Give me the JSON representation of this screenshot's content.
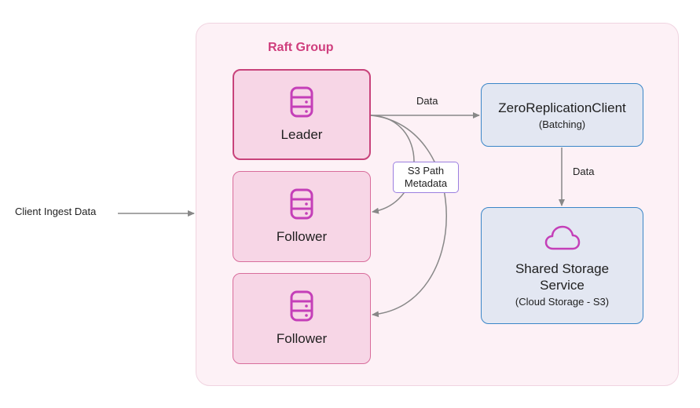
{
  "group": {
    "title": "Raft Group"
  },
  "client": {
    "label": "Client Ingest Data"
  },
  "nodes": {
    "leader": {
      "label": "Leader",
      "icon": "database-icon"
    },
    "follower1": {
      "label": "Follower",
      "icon": "database-icon"
    },
    "follower2": {
      "label": "Follower",
      "icon": "database-icon"
    },
    "zrc": {
      "label": "ZeroReplicationClient",
      "sub": "(Batching)"
    },
    "storage": {
      "label_line1": "Shared Storage",
      "label_line2": "Service",
      "sub": "(Cloud Storage - S3)",
      "icon": "cloud-icon"
    }
  },
  "edges": {
    "leader_to_zrc": "Data",
    "zrc_to_storage": "Data",
    "metadata_line1": "S3 Path",
    "metadata_line2": "Metadata"
  },
  "colors": {
    "group_bg": "#fdf1f6",
    "group_title": "#cf3e7d",
    "node_pink": "#f7d6e6",
    "node_blue": "#e3e7f2",
    "icon": "#c43fb8",
    "arrow": "#888888"
  }
}
